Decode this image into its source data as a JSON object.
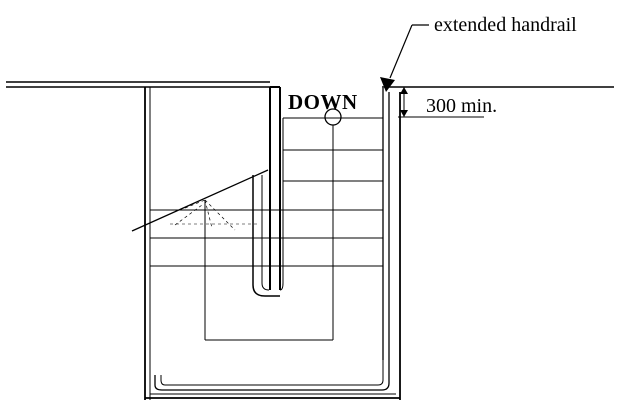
{
  "labels": {
    "callout": "extended handrail",
    "direction": "DOWN",
    "dimension": "300 min."
  },
  "colors": {
    "ink": "#000000",
    "background": "#ffffff"
  }
}
